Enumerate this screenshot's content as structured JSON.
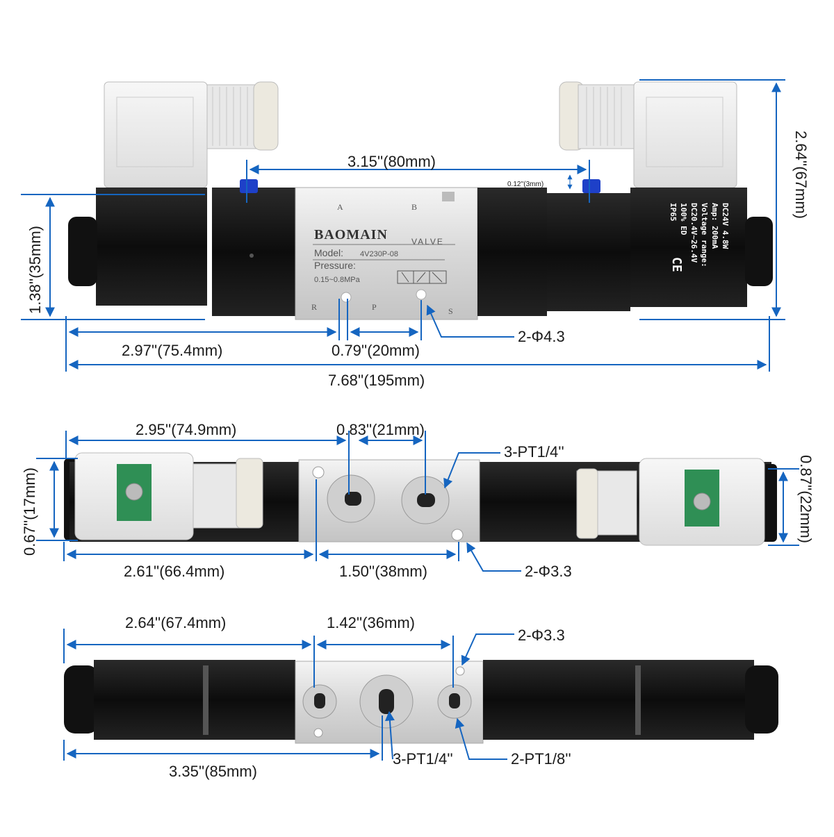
{
  "view_top": {
    "dim_spacing": "3.15''(80mm)",
    "dim_offset": "0.12''(3mm)",
    "dim_height_total": "2.64''(67mm)",
    "dim_height_body": "1.38''(35mm)",
    "dim_left": "2.97''(75.4mm)",
    "dim_ports": "0.79''(20mm)",
    "dim_holes": "2-Φ4.3",
    "dim_length": "7.68''(195mm)",
    "plate": {
      "brand": "BAOMAIN",
      "brand_suffix": "VALVE",
      "model_label": "Model:",
      "model_value": "4V230P-08",
      "pressure_label": "Pressure:",
      "pressure_value": "0.15~0.8MPa",
      "port_a": "A",
      "port_b": "B",
      "port_r": "R",
      "port_p": "P",
      "port_s": "S"
    },
    "coil": {
      "line1": "DC24V   4.8W",
      "line2": "Amp:  200mA",
      "line3": "Voltage range:",
      "line4": "DC20.4V~26.4V",
      "line5": "100%   ED",
      "line6": "IP65",
      "mark": "CE"
    }
  },
  "view_side": {
    "dim_left_top": "2.95''(74.9mm)",
    "dim_ports": "0.83''(21mm)",
    "dim_thread": "3-PT1/4''",
    "dim_left_height": "0.67''(17mm)",
    "dim_right_height": "0.87''(22mm)",
    "dim_left_bottom": "2.61''(66.4mm)",
    "dim_mount": "1.50''(38mm)",
    "dim_holes": "2-Φ3.3"
  },
  "view_bottom": {
    "dim_left": "2.64''(67.4mm)",
    "dim_ports": "1.42''(36mm)",
    "dim_holes": "2-Φ3.3",
    "dim_center": "3.35''(85mm)",
    "dim_thread_main": "3-PT1/4''",
    "dim_thread_pilot": "2-PT1/8''"
  },
  "colors": {
    "dimension": "#1565c0",
    "body": "#111111",
    "aluminum": "#d9d9d9"
  }
}
